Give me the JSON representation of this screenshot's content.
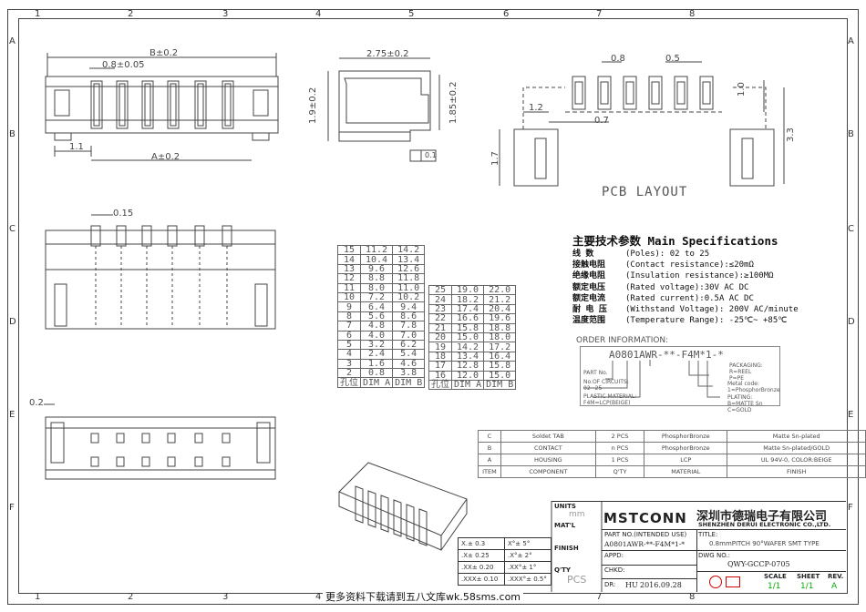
{
  "frame": {
    "cols": [
      "1",
      "2",
      "3",
      "4",
      "5",
      "6",
      "7",
      "8"
    ],
    "rows": [
      "A",
      "B",
      "C",
      "D",
      "E",
      "F"
    ]
  },
  "dims": {
    "b": "B±0.2",
    "pitch": "0.8±0.05",
    "a": "A±0.2",
    "d11": "1.1",
    "d275": "2.75±0.2",
    "d19": "1.9±0.2",
    "d185": "1.85±0.2",
    "d01": "0.1",
    "d015": "0.15",
    "d02": "0.2"
  },
  "pcb": {
    "title": "PCB LAYOUT",
    "d08": "0.8",
    "d05": "0.5",
    "d10": "1.0",
    "d12": "1.2",
    "d07": "0.7",
    "d17": "1.7",
    "d33": "3.3"
  },
  "dim_table": {
    "header": [
      "孔位",
      "DIM A",
      "DIM B"
    ],
    "left": [
      [
        "15",
        "11.2",
        "14.2"
      ],
      [
        "14",
        "10.4",
        "13.4"
      ],
      [
        "13",
        "9.6",
        "12.6"
      ],
      [
        "12",
        "8.8",
        "11.8"
      ],
      [
        "11",
        "8.0",
        "11.0"
      ],
      [
        "10",
        "7.2",
        "10.2"
      ],
      [
        "9",
        "6.4",
        "9.4"
      ],
      [
        "8",
        "5.6",
        "8.6"
      ],
      [
        "7",
        "4.8",
        "7.8"
      ],
      [
        "6",
        "4.0",
        "7.0"
      ],
      [
        "5",
        "3.2",
        "6.2"
      ],
      [
        "4",
        "2.4",
        "5.4"
      ],
      [
        "3",
        "1.6",
        "4.6"
      ],
      [
        "2",
        "0.8",
        "3.8"
      ]
    ],
    "right": [
      [
        "25",
        "19.0",
        "22.0"
      ],
      [
        "24",
        "18.2",
        "21.2"
      ],
      [
        "23",
        "17.4",
        "20.4"
      ],
      [
        "22",
        "16.6",
        "19.6"
      ],
      [
        "21",
        "15.8",
        "18.8"
      ],
      [
        "20",
        "15.0",
        "18.0"
      ],
      [
        "19",
        "14.2",
        "17.2"
      ],
      [
        "18",
        "13.4",
        "16.4"
      ],
      [
        "17",
        "12.8",
        "15.8"
      ],
      [
        "16",
        "12.0",
        "15.0"
      ]
    ]
  },
  "specs": {
    "title": "主要技术参数 Main Specifications",
    "rows": [
      {
        "k": "线  数",
        "v": "(Poles): 02 to 25"
      },
      {
        "k": "接触电阻",
        "v": "(Contact resistance):≤20mΩ"
      },
      {
        "k": "绝缘电阻",
        "v": "(Insulation resistance):≥100MΩ"
      },
      {
        "k": "额定电压",
        "v": "(Rated voltage):30V AC DC"
      },
      {
        "k": "额定电流",
        "v": "(Rated current):0.5A AC DC"
      },
      {
        "k": "耐 电 压",
        "v": "(Withstand Voltage): 200V AC/minute"
      },
      {
        "k": "温度范围",
        "v": "(Temperature Range): -25℃~ +85℃"
      }
    ]
  },
  "order": {
    "label": "ORDER INFORMATION:",
    "code": "A0801AWR-**-F4M*1-*",
    "notes": {
      "part": "PART No.",
      "circuits": "No.OF CIRCUITS:\n02~25",
      "plastic": "PLASTIC MATERIAL:\nF4M=LCP(BEIGE)",
      "packaging": "PACKAGING:\nR=REEL\nP=PE",
      "metal": "Metal code:\n1=PhosphorBronze",
      "plating": "PLATING:\nB=MATTE Sn\nC=GOLD"
    }
  },
  "bom": {
    "rows": [
      [
        "C",
        "Soldet TAB",
        "2 PCS",
        "PhosphorBronze",
        "Matte Sn-plated"
      ],
      [
        "B",
        "CONTACT",
        "n PCS",
        "PhosphorBronze",
        "Matte Sn-plated/GOLD"
      ],
      [
        "A",
        "HOUSING",
        "1 PCS",
        "LCP",
        "UL 94V-0, COLOR:BEIGE"
      ],
      [
        "ITEM",
        "COMPONENT",
        "Q'TY",
        "MATERIAL",
        "FINISH"
      ]
    ]
  },
  "titleblock": {
    "units_label": "UNITS",
    "units": "mm",
    "matl": "MAT'L",
    "finish": "FINISH",
    "qty": "Q'TY",
    "pcs": "PCS",
    "tol_rows": [
      [
        "X.± 0.3",
        "X°± 5°"
      ],
      [
        ".X± 0.25",
        ".X°± 2°"
      ],
      [
        ".XX± 0.20",
        ".XX°± 1°"
      ],
      [
        ".XXX± 0.10",
        ".XXX°± 0.5°"
      ]
    ],
    "brand": "MSTCONN",
    "company_cn": "深圳市德瑞电子有限公司",
    "company_en": "SHENZHEN DERUI ELECTRONIC CO.,LTD.",
    "part_no_label": "PART NO.(INTENDED USE)",
    "part_no": "A0801AWR-**-F4M*1-*",
    "title_label": "TITLE:",
    "title": "0.8mmPITCH 90°WAFER SMT TYPE",
    "appd": "APPD:",
    "dwg_label": "DWG NO.:",
    "dwg": "QWY-GCCP-0705",
    "chkd": "CHKD:",
    "dr": "DR:",
    "dr_name": "HU",
    "date": "2016.09.28",
    "scale_label": "SCALE",
    "scale": "1/1",
    "sheet_label": "SHEET",
    "sheet": "1/1",
    "rev_label": "REV.",
    "rev": "A"
  },
  "footer": "更多资料下载请到五八文库wk.58sms.com"
}
